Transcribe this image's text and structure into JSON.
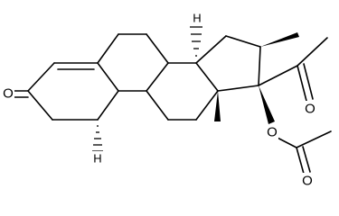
{
  "molecule": {
    "atom_labels": {
      "ketone_oxygen": "O",
      "h_c14": "H",
      "h_c9": "H",
      "ester_oxygen": "O",
      "acetyl_oxygen": "O",
      "acetate_carbonyl_oxygen": "O"
    }
  }
}
